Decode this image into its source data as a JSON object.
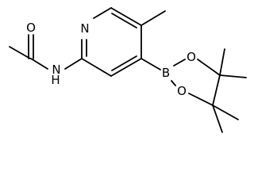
{
  "molecule": {
    "atoms": {
      "o_carbonyl": "O",
      "nh": "N",
      "nh_h": "H",
      "n_ring": "N",
      "boron": "B",
      "o_boronate_top": "O",
      "o_boronate_bottom": "O"
    }
  }
}
